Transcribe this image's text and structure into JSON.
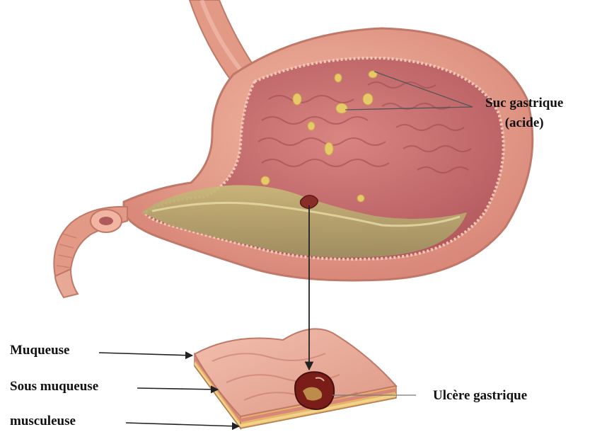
{
  "labels": {
    "acid_line1": "Suc gastrique",
    "acid_line2": "(acide)",
    "ulcer": "Ulcère gastrique",
    "mucosa": "Muqueuse",
    "submucosa": "Sous muqueuse",
    "muscularis": "musculeuse"
  },
  "colors": {
    "stomach_outer": "#e9a58e",
    "stomach_inner": "#c8696a",
    "gastric_juice": "#b7ab6d",
    "acid_droplet": "#e8c96a",
    "mucosa_block": "#e7a795",
    "ulcer": "#7a1d18",
    "arrow": "#222222"
  }
}
